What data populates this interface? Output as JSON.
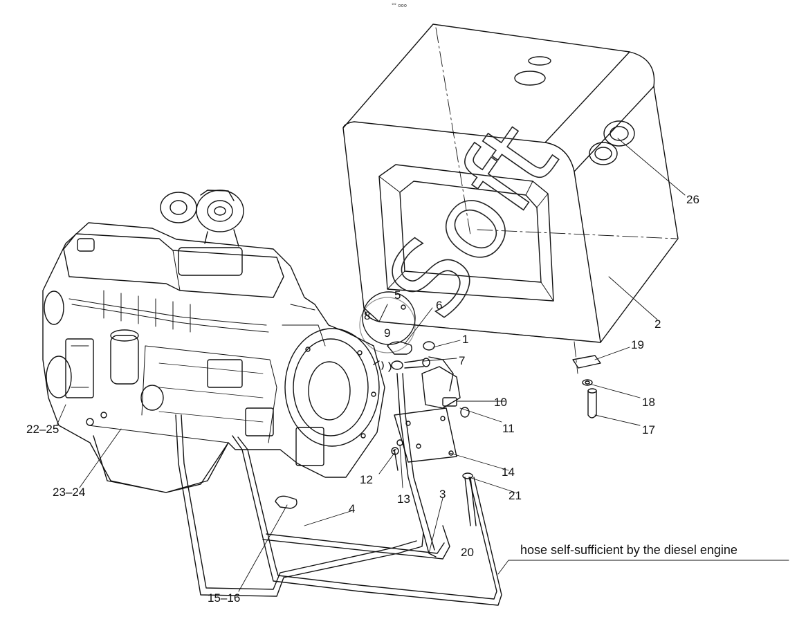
{
  "header": {
    "mark": "°° ooo"
  },
  "caption": "hose self-sufficient by the diesel engine",
  "watermark": "Soft",
  "callouts": [
    {
      "id": "1",
      "text": "1"
    },
    {
      "id": "2",
      "text": "2"
    },
    {
      "id": "3",
      "text": "3"
    },
    {
      "id": "4",
      "text": "4"
    },
    {
      "id": "5",
      "text": "5"
    },
    {
      "id": "6",
      "text": "6"
    },
    {
      "id": "7",
      "text": "7"
    },
    {
      "id": "8",
      "text": "8"
    },
    {
      "id": "9",
      "text": "9"
    },
    {
      "id": "10",
      "text": "10"
    },
    {
      "id": "11",
      "text": "11"
    },
    {
      "id": "12",
      "text": "12"
    },
    {
      "id": "13",
      "text": "13"
    },
    {
      "id": "14",
      "text": "14"
    },
    {
      "id": "15-16",
      "text": "15–16"
    },
    {
      "id": "17",
      "text": "17"
    },
    {
      "id": "18",
      "text": "18"
    },
    {
      "id": "19",
      "text": "19"
    },
    {
      "id": "20",
      "text": "20"
    },
    {
      "id": "21",
      "text": "21"
    },
    {
      "id": "22-25",
      "text": "22–25"
    },
    {
      "id": "23-24",
      "text": "23–24"
    },
    {
      "id": "26",
      "text": "26"
    }
  ]
}
